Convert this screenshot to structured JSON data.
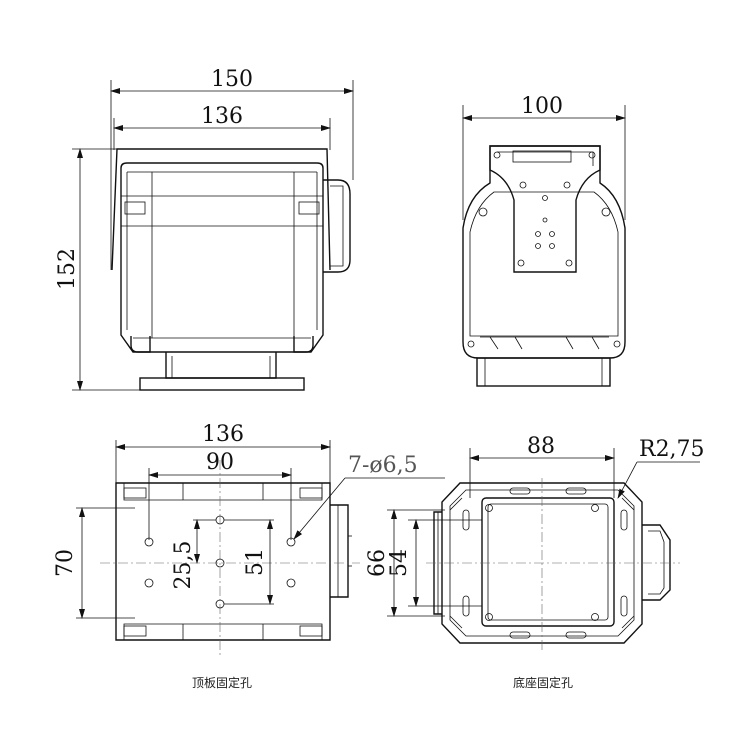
{
  "front_view": {
    "dim_overall_width": "150",
    "dim_box_width": "136",
    "dim_height": "152"
  },
  "side_view": {
    "dim_width": "100"
  },
  "top_plate_view": {
    "dim_width": "136",
    "dim_hole_spacing_x": "90",
    "dim_hole_spacing_y": "70",
    "dim_hole_spacing_small": "25,5",
    "dim_hole_spacing_mid": "51",
    "hole_callout": "7-ø6,5",
    "caption": "顶板固定孔"
  },
  "base_view": {
    "dim_width": "88",
    "dim_radius": "R2,75",
    "dim_height_outer": "66",
    "dim_height_inner": "54",
    "caption": "底座固定孔"
  }
}
